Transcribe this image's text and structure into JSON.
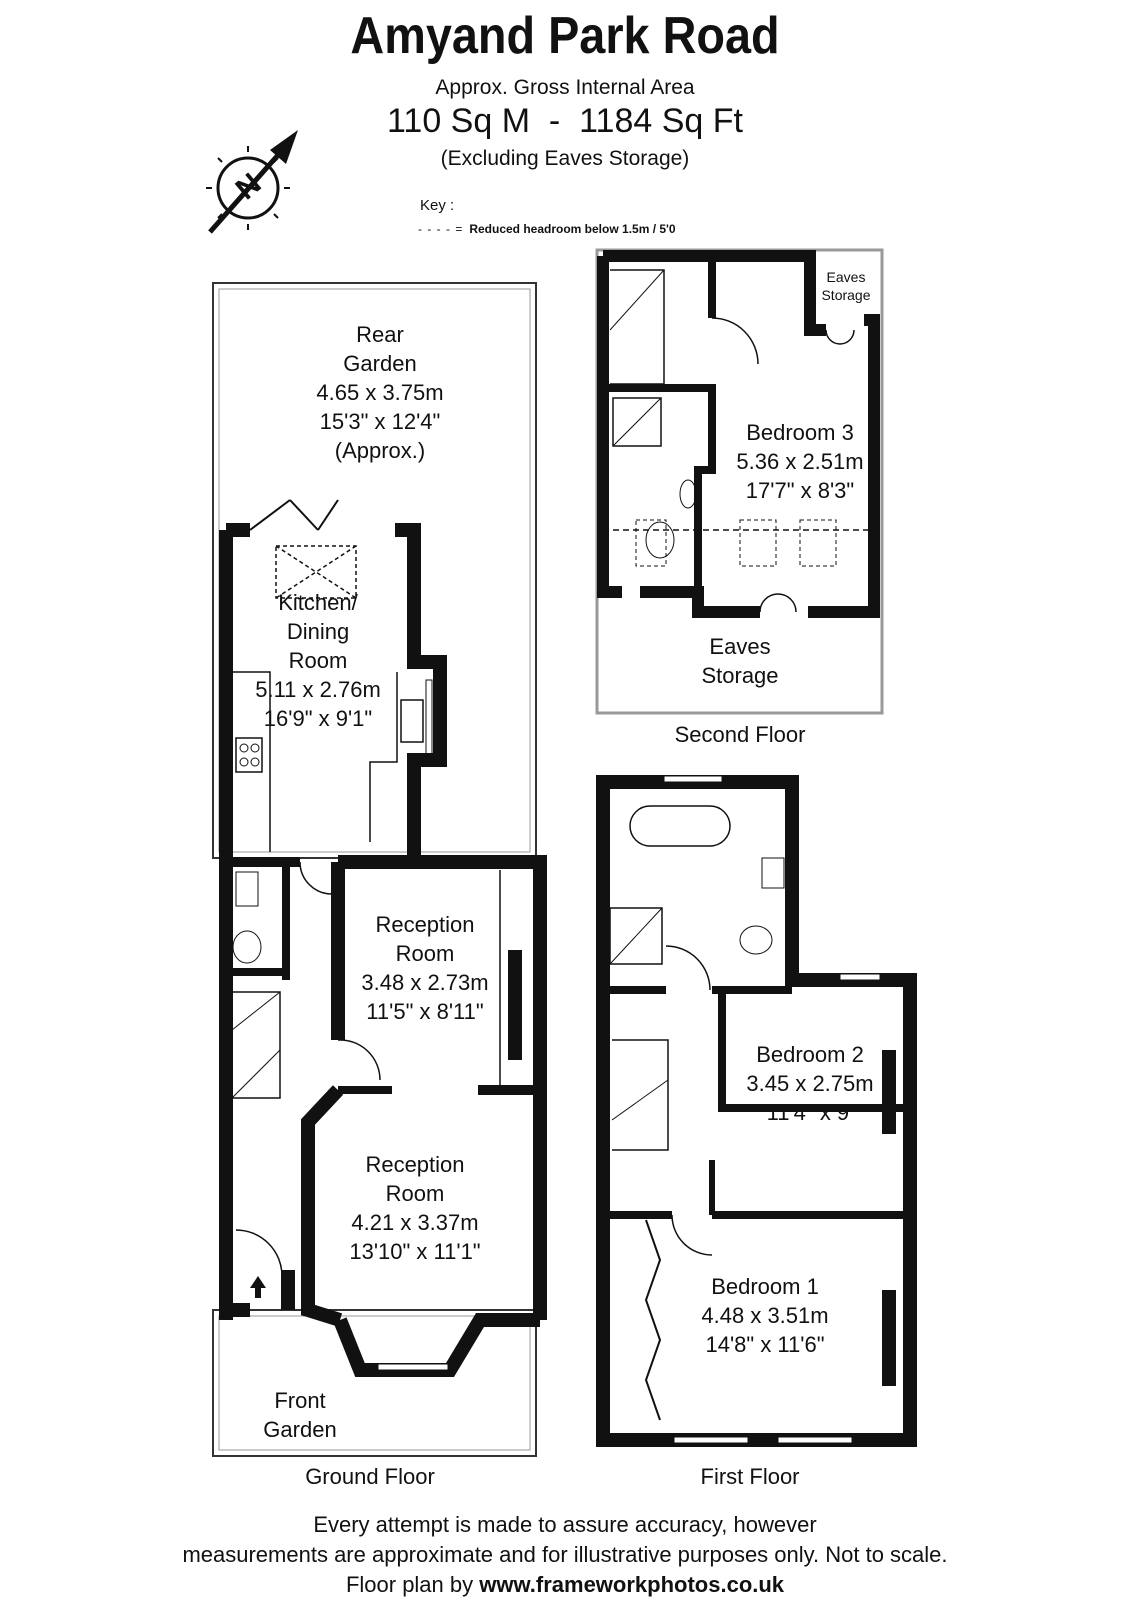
{
  "header": {
    "title": "Amyand Park Road",
    "gia_label": "Approx. Gross Internal Area",
    "gia_value": "110 Sq M  -  1184 Sq Ft",
    "gia_note": "(Excluding Eaves Storage)"
  },
  "compass": {
    "letter": "N"
  },
  "key": {
    "label": "Key :",
    "line_symbol": "- - - - =",
    "line_text": "Reduced  headroom below 1.5m / 5'0"
  },
  "rooms": {
    "rear_garden": [
      "Rear",
      "Garden",
      "4.65 x 3.75m",
      "15'3\" x 12'4\"",
      "(Approx.)"
    ],
    "kitchen": [
      "Kitchen/",
      "Dining",
      "Room",
      "5.11 x 2.76m",
      "16'9\" x 9'1\""
    ],
    "reception1": [
      "Reception",
      "Room",
      "3.48 x 2.73m",
      "11'5\" x 8'11\""
    ],
    "reception2": [
      "Reception",
      "Room",
      "4.21 x 3.37m",
      "13'10\" x 11'1\""
    ],
    "front_garden": [
      "Front",
      "Garden"
    ],
    "bedroom3": [
      "Bedroom 3",
      "5.36 x 2.51m",
      "17'7\" x 8'3\""
    ],
    "eaves_small": [
      "Eaves",
      "Storage"
    ],
    "eaves_large": [
      "Eaves",
      "Storage"
    ],
    "bedroom2": [
      "Bedroom 2",
      "3.45 x 2.75m",
      "11'4\" x 9'"
    ],
    "bedroom1": [
      "Bedroom 1",
      "4.48 x 3.51m",
      "14'8\" x 11'6\""
    ]
  },
  "floors": {
    "ground": "Ground Floor",
    "second": "Second Floor",
    "first": "First Floor"
  },
  "footer": {
    "line1": "Every attempt is made to assure accuracy, however",
    "line2": "measurements are approximate and for illustrative purposes only. Not to scale.",
    "line3_prefix": "Floor plan by ",
    "line3_url": "www.frameworkphotos.co.uk"
  }
}
